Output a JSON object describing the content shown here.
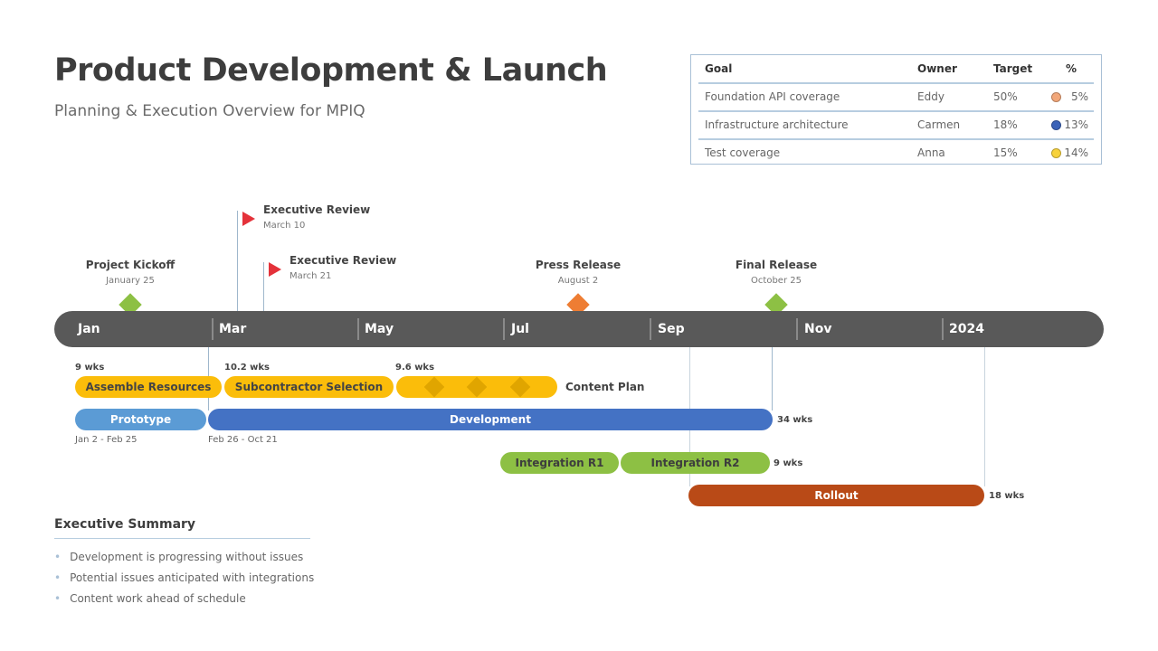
{
  "header": {
    "title": "Product Development & Launch",
    "subtitle": "Planning & Execution Overview for MPIQ"
  },
  "goals_table": {
    "headers": [
      "Goal",
      "Owner",
      "Target",
      "%"
    ],
    "rows": [
      {
        "goal": "Foundation API coverage",
        "owner": "Eddy",
        "target": "50%",
        "pct": "5%",
        "color": "#f2a77a"
      },
      {
        "goal": "Infrastructure architecture",
        "owner": "Carmen",
        "target": "18%",
        "pct": "13%",
        "color": "#3b63b8"
      },
      {
        "goal": "Test coverage",
        "owner": "Anna",
        "target": "15%",
        "pct": "14%",
        "color": "#f7d23c"
      }
    ]
  },
  "timeline": {
    "months": [
      "Jan",
      "Mar",
      "May",
      "Jul",
      "Sep",
      "Nov",
      "2024"
    ]
  },
  "milestones": [
    {
      "title": "Project Kickoff",
      "date": "January 25",
      "color": "#8dc044"
    },
    {
      "title": "Executive Review",
      "date": "March 10",
      "color": "#e4323a"
    },
    {
      "title": "Executive Review",
      "date": "March 21",
      "color": "#e4323a"
    },
    {
      "title": "Press Release",
      "date": "August 2",
      "color": "#ee7d33"
    },
    {
      "title": "Final Release",
      "date": "October 25",
      "color": "#8dc044"
    }
  ],
  "tasks": {
    "assemble": {
      "label": "Assemble Resources",
      "duration": "9 wks",
      "color": "#fbbd0a"
    },
    "subcontractor": {
      "label": "Subcontractor Selection",
      "duration": "10.2 wks",
      "color": "#fbbd0a"
    },
    "content": {
      "label": "Content Plan",
      "duration": "9.6 wks",
      "color": "#fbbd0a"
    },
    "prototype": {
      "label": "Prototype",
      "range": "Jan 2 - Feb 25",
      "color": "#5b9bd5"
    },
    "development": {
      "label": "Development",
      "range": "Feb 26 - Oct 21",
      "duration": "34 wks",
      "color": "#4472c4"
    },
    "integration_r1": {
      "label": "Integration R1",
      "color": "#8dc044"
    },
    "integration_r2": {
      "label": "Integration R2",
      "duration": "9 wks",
      "color": "#8dc044"
    },
    "rollout": {
      "label": "Rollout",
      "duration": "18 wks",
      "color": "#b94a17"
    }
  },
  "summary": {
    "title": "Executive Summary",
    "items": [
      "Development is progressing without issues",
      "Potential issues anticipated with integrations",
      "Content work ahead of schedule"
    ]
  }
}
